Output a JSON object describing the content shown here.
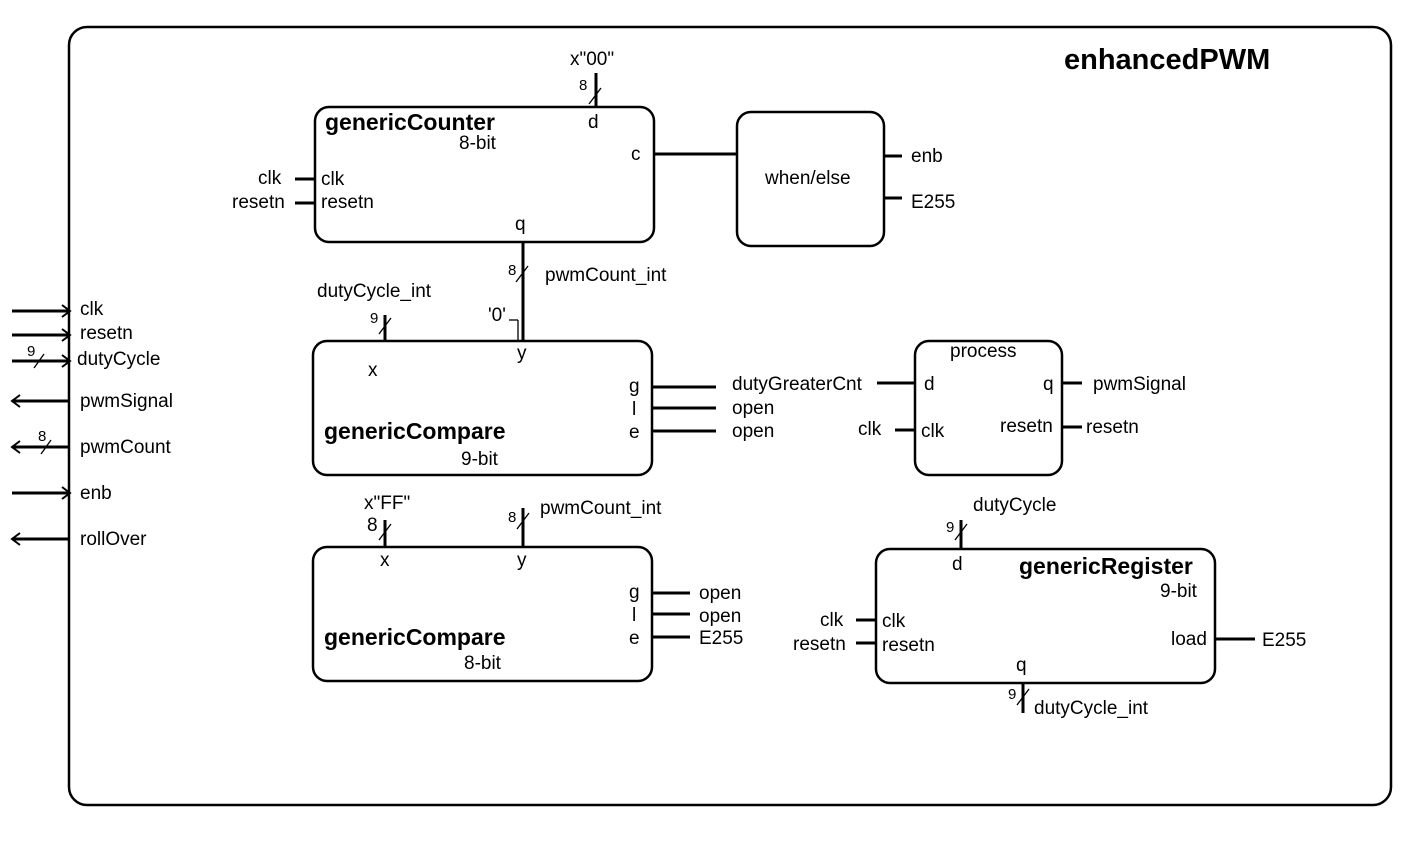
{
  "top_entity": {
    "name": "enhancedPWM",
    "ports": [
      {
        "label": "clk",
        "direction": "in",
        "width": ""
      },
      {
        "label": "resetn",
        "direction": "in",
        "width": ""
      },
      {
        "label": "dutyCycle",
        "direction": "in",
        "width": "9"
      },
      {
        "label": "pwmSignal",
        "direction": "out",
        "width": ""
      },
      {
        "label": "pwmCount",
        "direction": "out",
        "width": "8"
      },
      {
        "label": "enb",
        "direction": "in",
        "width": ""
      },
      {
        "label": "rollOver",
        "direction": "out",
        "width": ""
      }
    ]
  },
  "counter": {
    "name": "genericCounter",
    "subtitle": "8-bit",
    "ports": {
      "d": "d",
      "c": "c",
      "clk": "clk",
      "resetn": "resetn",
      "q": "q"
    },
    "signals": {
      "d_in": "x\"00\"",
      "d_width": "8",
      "clk": "clk",
      "resetn": "resetn",
      "q_width": "8",
      "q_out": "pwmCount_int"
    }
  },
  "when_else": {
    "name": "when/else",
    "signals": {
      "enb": "enb",
      "e255": "E255"
    }
  },
  "compare9": {
    "name": "genericCompare",
    "subtitle": "9-bit",
    "ports": {
      "x": "x",
      "y": "y",
      "g": "g",
      "l": "l",
      "e": "e"
    },
    "signals": {
      "x_in": "dutyCycle_int",
      "x_width": "9",
      "y_pad": "'0'",
      "g_out": "dutyGreaterCnt",
      "l_out": "open",
      "e_out": "open"
    }
  },
  "compare8": {
    "name": "genericCompare",
    "subtitle": "8-bit",
    "ports": {
      "x": "x",
      "y": "y",
      "g": "g",
      "l": "l",
      "e": "e"
    },
    "signals": {
      "x_in": "x\"FF\"",
      "x_width": "8",
      "y_in": "pwmCount_int",
      "y_width": "8",
      "g_out": "open",
      "l_out": "open",
      "e_out": "E255"
    }
  },
  "process": {
    "name": "process",
    "ports": {
      "d": "d",
      "q": "q",
      "clk": "clk",
      "resetn": "resetn"
    },
    "signals": {
      "q_out": "pwmSignal",
      "clk": "clk",
      "resetn": "resetn"
    }
  },
  "register": {
    "name": "genericRegister",
    "subtitle": "9-bit",
    "ports": {
      "d": "d",
      "clk": "clk",
      "resetn": "resetn",
      "load": "load",
      "q": "q"
    },
    "signals": {
      "d_in": "dutyCycle",
      "d_width": "9",
      "clk": "clk",
      "resetn": "resetn",
      "load": "E255",
      "q_width": "9",
      "q_out": "dutyCycle_int"
    }
  }
}
